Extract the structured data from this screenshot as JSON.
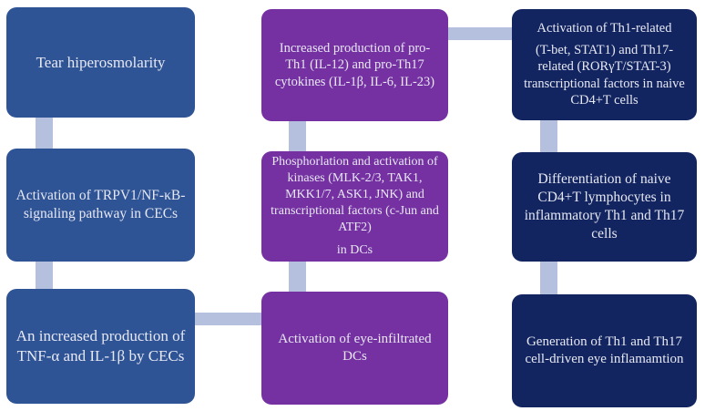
{
  "flowchart": {
    "background": "#ffffff",
    "colors": {
      "cec_pathway_box": "#2f5496",
      "dc_pathway_box": "#7530a2",
      "tcell_pathway_box": "#122560",
      "connector": "#b4c0de",
      "box_text": "#e7e8f3"
    },
    "columns": [
      {
        "boxes": [
          {
            "text": "Tear hiperosmolarity"
          },
          {
            "text": "Activation of TRPV1/NF-κB-signaling pathway in CECs"
          },
          {
            "text": "An increased production of TNF-α and IL-1β by CECs"
          }
        ]
      },
      {
        "boxes": [
          {
            "text": "Increased production of pro-Th1 (IL-12) and pro-Th17 cytokines (IL-1β, IL-6, IL-23)"
          },
          {
            "paragraphs": [
              "Phosphorlation and activation of kinases (MLK-2/3, TAK1, MKK1/7, ASK1, JNK) and transcriptional factors (c-Jun and ATF2)",
              "in DCs"
            ]
          },
          {
            "text": "Activation of eye-infiltrated DCs"
          }
        ]
      },
      {
        "boxes": [
          {
            "paragraphs": [
              "Activation of  Th1-related",
              "(T-bet, STAT1) and Th17-related (RORγT/STAT-3) transcriptional factors in naive CD4+T cells"
            ]
          },
          {
            "text": "Differentiation of naive CD4+T lymphocytes in inflammatory Th1 and Th17 cells"
          },
          {
            "text": "Generation of Th1 and Th17 cell-driven eye inflamamtion"
          }
        ]
      }
    ]
  }
}
